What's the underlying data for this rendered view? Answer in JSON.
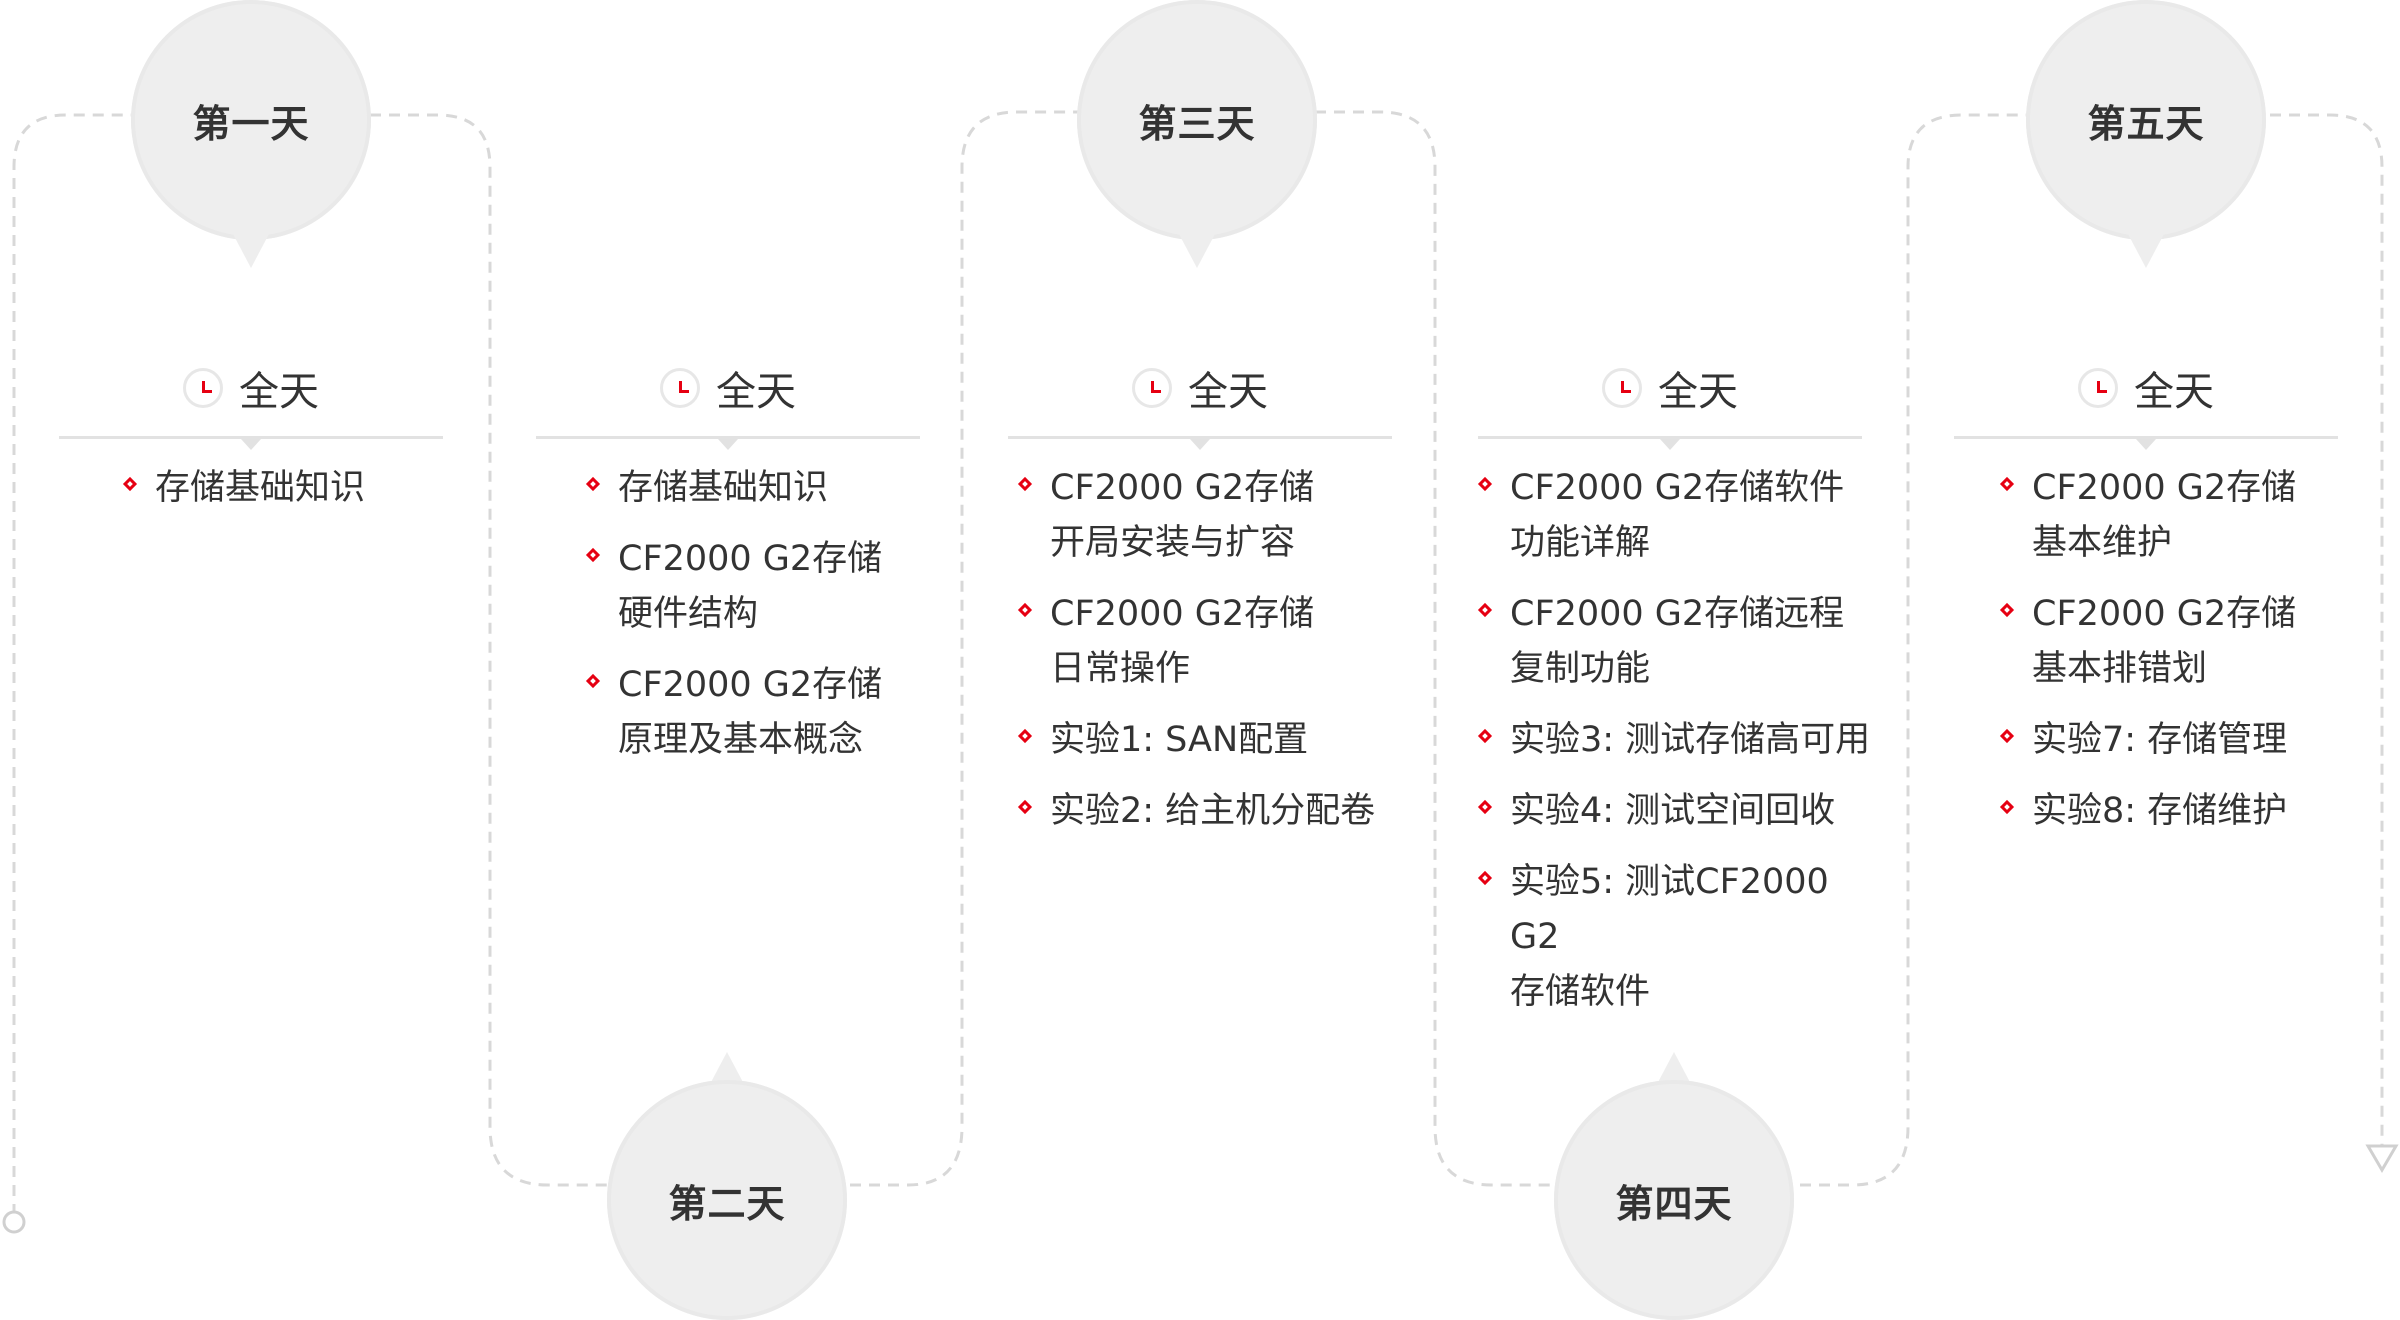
{
  "days": [
    {
      "label": "第一天",
      "time": "全天",
      "topics": [
        "存储基础知识"
      ]
    },
    {
      "label": "第二天",
      "time": "全天",
      "topics": [
        "存储基础知识",
        "CF2000 G2存储\n硬件结构",
        "CF2000 G2存储\n原理及基本概念"
      ]
    },
    {
      "label": "第三天",
      "time": "全天",
      "topics": [
        "CF2000 G2存储\n开局安装与扩容",
        "CF2000 G2存储\n日常操作",
        "实验1: SAN配置",
        "实验2: 给主机分配卷"
      ]
    },
    {
      "label": "第四天",
      "time": "全天",
      "topics": [
        "CF2000 G2存储软件\n功能详解",
        "CF2000 G2存储远程\n复制功能",
        "实验3: 测试存储高可用",
        "实验4: 测试空间回收",
        "实验5: 测试CF2000 G2\n存储软件"
      ]
    },
    {
      "label": "第五天",
      "time": "全天",
      "topics": [
        "CF2000 G2存储\n基本维护",
        "CF2000 G2存储\n基本排错划",
        "实验7: 存储管理",
        "实验8: 存储维护"
      ]
    }
  ],
  "colors": {
    "accent": "#e60012",
    "badge": "#eeeeee",
    "dashed_line": "#d8d8d8",
    "divider": "#e2e2e2",
    "text": "#333333"
  },
  "icons": {
    "time": "clock-icon",
    "bullet": "diamond-bullet-icon",
    "start": "ring-icon",
    "end": "arrow-down-icon"
  }
}
